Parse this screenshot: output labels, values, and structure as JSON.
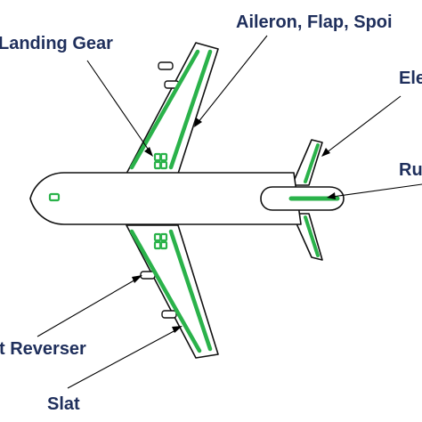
{
  "labels": {
    "landing_gear": "Landing Gear",
    "aileron_flap_spoiler": "Aileron, Flap, Spoi",
    "elevator": "Ele",
    "rudder": "Ru",
    "thrust_reverser": "t Reverser",
    "slat": "Slat"
  },
  "colors": {
    "control_surface": "#2ab24a",
    "label_text": "#1f2f5c",
    "outline": "#111111"
  }
}
